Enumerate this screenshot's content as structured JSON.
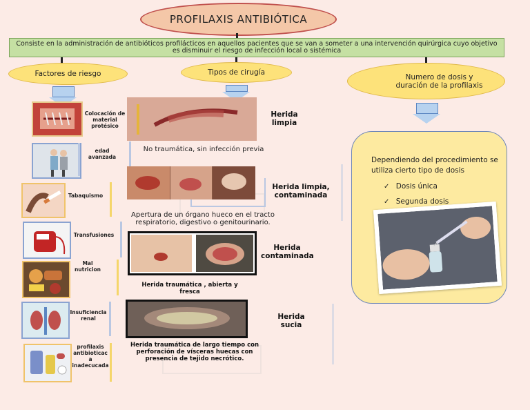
{
  "title": "PROFILAXIS ANTIBIÓTICA",
  "definition": "Consiste en la administración de antibióticos profilácticos en aquellos pacientes que se van a someter a una intervención quirúrgica cuyo objetivo es disminuir el riesgo de infección local o sistémica",
  "categories": {
    "risk_factors": "Factores de riesgo",
    "surgery_types": "Tipos de cirugía",
    "doses": "Numero de dosis y duración de la profilaxis"
  },
  "risk_factors": [
    {
      "label": "Colocación de material protésico",
      "icon": "surgery-implant-photo"
    },
    {
      "label": "edad avanzada",
      "icon": "elderly-photo"
    },
    {
      "label": "Tabaquismo",
      "icon": "cigarette-photo"
    },
    {
      "label": "Transfusiones",
      "icon": "blood-bag-photo"
    },
    {
      "label": "Mal nutricion",
      "icon": "junk-food-photo"
    },
    {
      "label": "Insuficiencia renal",
      "icon": "kidney-photo"
    },
    {
      "label": "profilaxis antibioticac a inadecucada",
      "icon": "pills-photo"
    }
  ],
  "surgery_types": [
    {
      "name": "Herida limpia",
      "description": "No traumática, sin infección previa"
    },
    {
      "name": "Herida limpia, contaminada",
      "description": "Apertura de un órgano hueco en el tracto respiratorio, digestivo o genitourinario."
    },
    {
      "name": "Herida contaminada",
      "description": "Herida traumática , abierta y fresca"
    },
    {
      "name": "Herida sucia",
      "description": "Herida traumática de largo tiempo con perforación de vísceras huecas con presencia de tejido necrótico."
    }
  ],
  "doses": {
    "intro": "Dependiendo del procedimiento se utiliza cierto tipo de dosis",
    "items": [
      "Dosis única",
      "Segunda dosis"
    ],
    "check_icon": "✓"
  },
  "colors": {
    "background": "#fcebe6",
    "title_fill": "#f4c7a8",
    "title_border": "#c0504d",
    "definition_fill": "#c5e0a3",
    "category_fill": "#fde27a",
    "dose_box_fill": "#fdeaa0",
    "arrow_fill": "#b7d2ef"
  }
}
